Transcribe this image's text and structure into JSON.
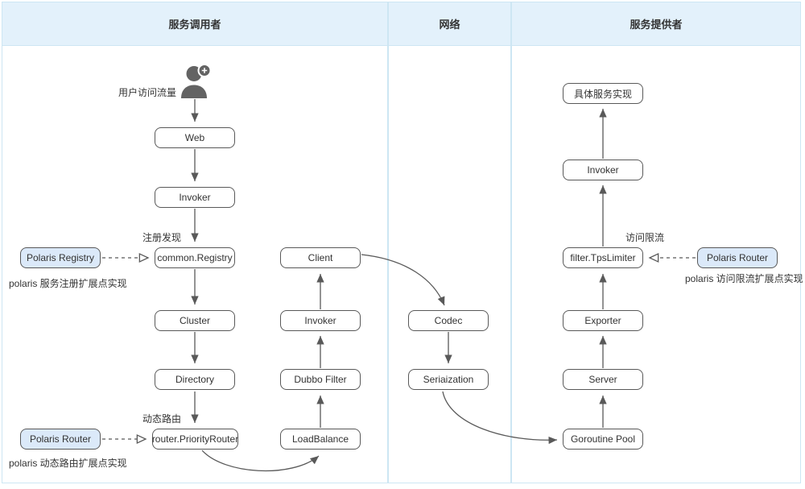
{
  "lanes": {
    "caller": {
      "title": "服务调用者"
    },
    "network": {
      "title": "网络"
    },
    "provider": {
      "title": "服务提供者"
    }
  },
  "nodes": {
    "web": "Web",
    "invoker_caller": "Invoker",
    "common_registry": "common.Registry",
    "cluster": "Cluster",
    "directory": "Directory",
    "priority_router": "router.PriorityRouter",
    "client": "Client",
    "invoker_client": "Invoker",
    "dubbo_filter": "Dubbo Filter",
    "load_balance": "LoadBalance",
    "codec": "Codec",
    "serialization": "Seriaization",
    "impl": "具体服务实现",
    "invoker_provider": "Invoker",
    "tps_limiter": "filter.TpsLimiter",
    "exporter": "Exporter",
    "server": "Server",
    "goroutine_pool": "Goroutine Pool",
    "polaris_registry": "Polaris Registry",
    "polaris_router_left": "Polaris Router",
    "polaris_router_right": "Polaris Router"
  },
  "labels": {
    "user_traffic": "用户访问流量",
    "registry_discovery": "注册发现",
    "dynamic_routing": "动态路由",
    "rate_limit": "访问限流",
    "caption_registry": "polaris 服务注册扩展点实现",
    "caption_router": "polaris 动态路由扩展点实现",
    "caption_limiter": "polaris 访问限流扩展点实现"
  },
  "icons": {
    "user": "user-plus-icon"
  },
  "colors": {
    "header_fill": "#e3f1fb",
    "lane_border": "#cde6f3",
    "box_border": "#595959",
    "box_fill": "#ffffff",
    "polaris_fill": "#dbe9f9",
    "arrow": "#595959",
    "text": "#333333"
  }
}
